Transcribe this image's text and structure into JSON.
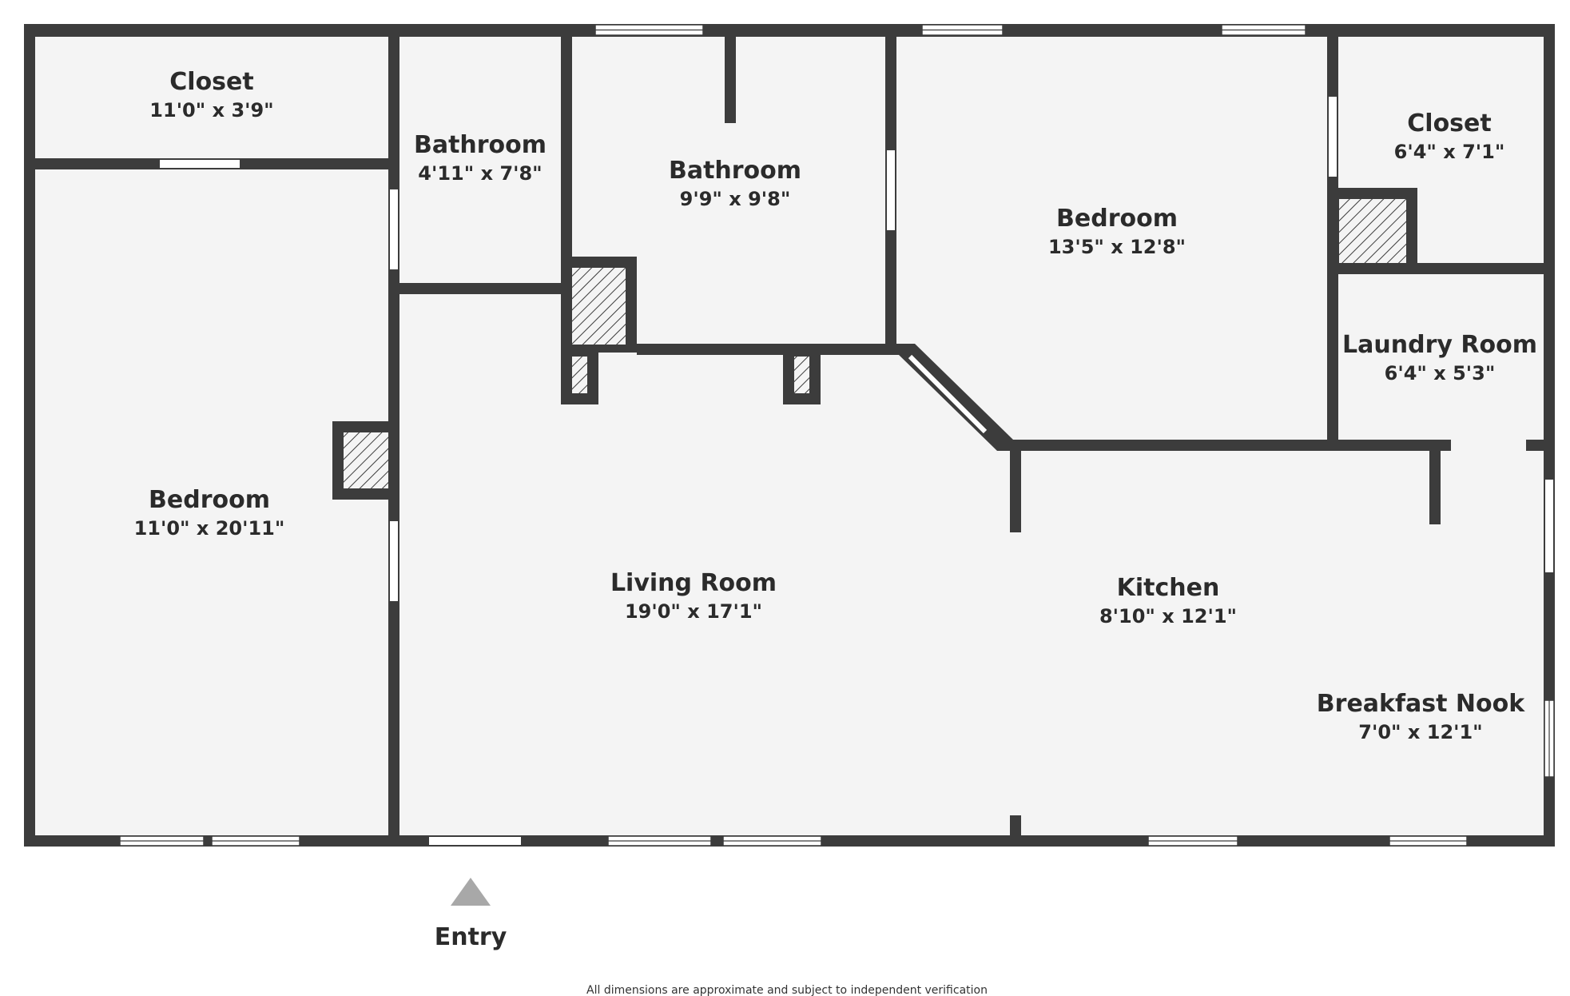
{
  "colors": {
    "wall": "#3c3c3c",
    "floor": "#f4f4f4",
    "background": "#ffffff",
    "entry_marker": "#a8a8a8",
    "text": "#2b2b2b"
  },
  "rooms": [
    {
      "name": "Closet",
      "dimensions": "11'0\" x 3'9\""
    },
    {
      "name": "Bedroom",
      "dimensions": "11'0\" x 20'11\""
    },
    {
      "name": "Bathroom",
      "dimensions": "4'11\" x 7'8\""
    },
    {
      "name": "Bathroom",
      "dimensions": "9'9\" x 9'8\""
    },
    {
      "name": "Bedroom",
      "dimensions": "13'5\" x 12'8\""
    },
    {
      "name": "Closet",
      "dimensions": "6'4\" x 7'1\""
    },
    {
      "name": "Laundry Room",
      "dimensions": "6'4\" x 5'3\""
    },
    {
      "name": "Living Room",
      "dimensions": "19'0\" x 17'1\""
    },
    {
      "name": "Kitchen",
      "dimensions": "8'10\" x 12'1\""
    },
    {
      "name": "Breakfast Nook",
      "dimensions": "7'0\" x 12'1\""
    }
  ],
  "entry": {
    "label": "Entry",
    "icon": "entry-arrow-icon"
  },
  "disclaimer": "All dimensions are approximate and subject to independent verification"
}
